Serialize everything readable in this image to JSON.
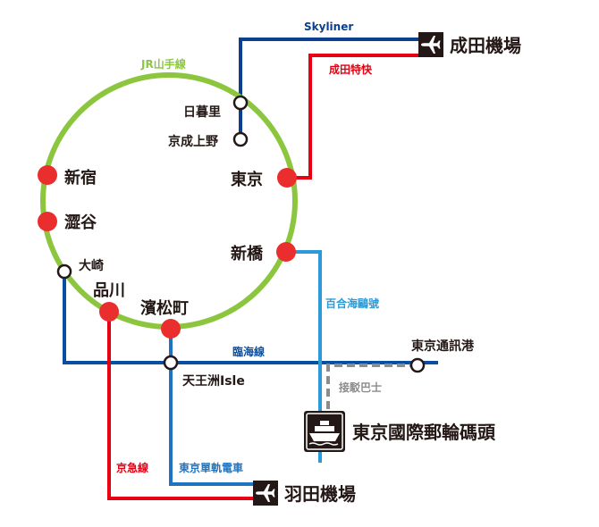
{
  "colors": {
    "yamanote": "#8cc63f",
    "skyliner": "#0b3f8f",
    "narita_express": "#e60012",
    "rinkai": "#0a4f9f",
    "monorail": "#1f74c2",
    "keikyu": "#e60012",
    "yurikamome": "#2a9bd8",
    "bus": "#8c8c8c",
    "station_red": "#ea2d2d",
    "text": "#231815"
  },
  "lines": {
    "yamanote": "JR山手線",
    "skyliner": "Skyliner",
    "narita_express": "成田特快",
    "rinkai": "臨海線",
    "keikyu": "京急線",
    "monorail": "東京單軌電車",
    "yurikamome": "百合海鷗號",
    "bus": "接駁巴士"
  },
  "stations": {
    "nippori": "日暮里",
    "keisei_ueno": "京成上野",
    "tokyo": "東京",
    "shinbashi": "新橋",
    "hamamatsucho": "濱松町",
    "shinagawa": "品川",
    "osaki": "大崎",
    "shibuya": "澀谷",
    "shinjuku": "新宿",
    "tennozu": "天王洲Isle",
    "tokyo_teleport": "東京通訊港"
  },
  "destinations": {
    "narita": "成田機場",
    "haneda": "羽田機場",
    "cruise_terminal": "東京國際郵輪碼頭"
  },
  "icons": {
    "airport": "airplane-icon",
    "ship": "ship-icon"
  }
}
